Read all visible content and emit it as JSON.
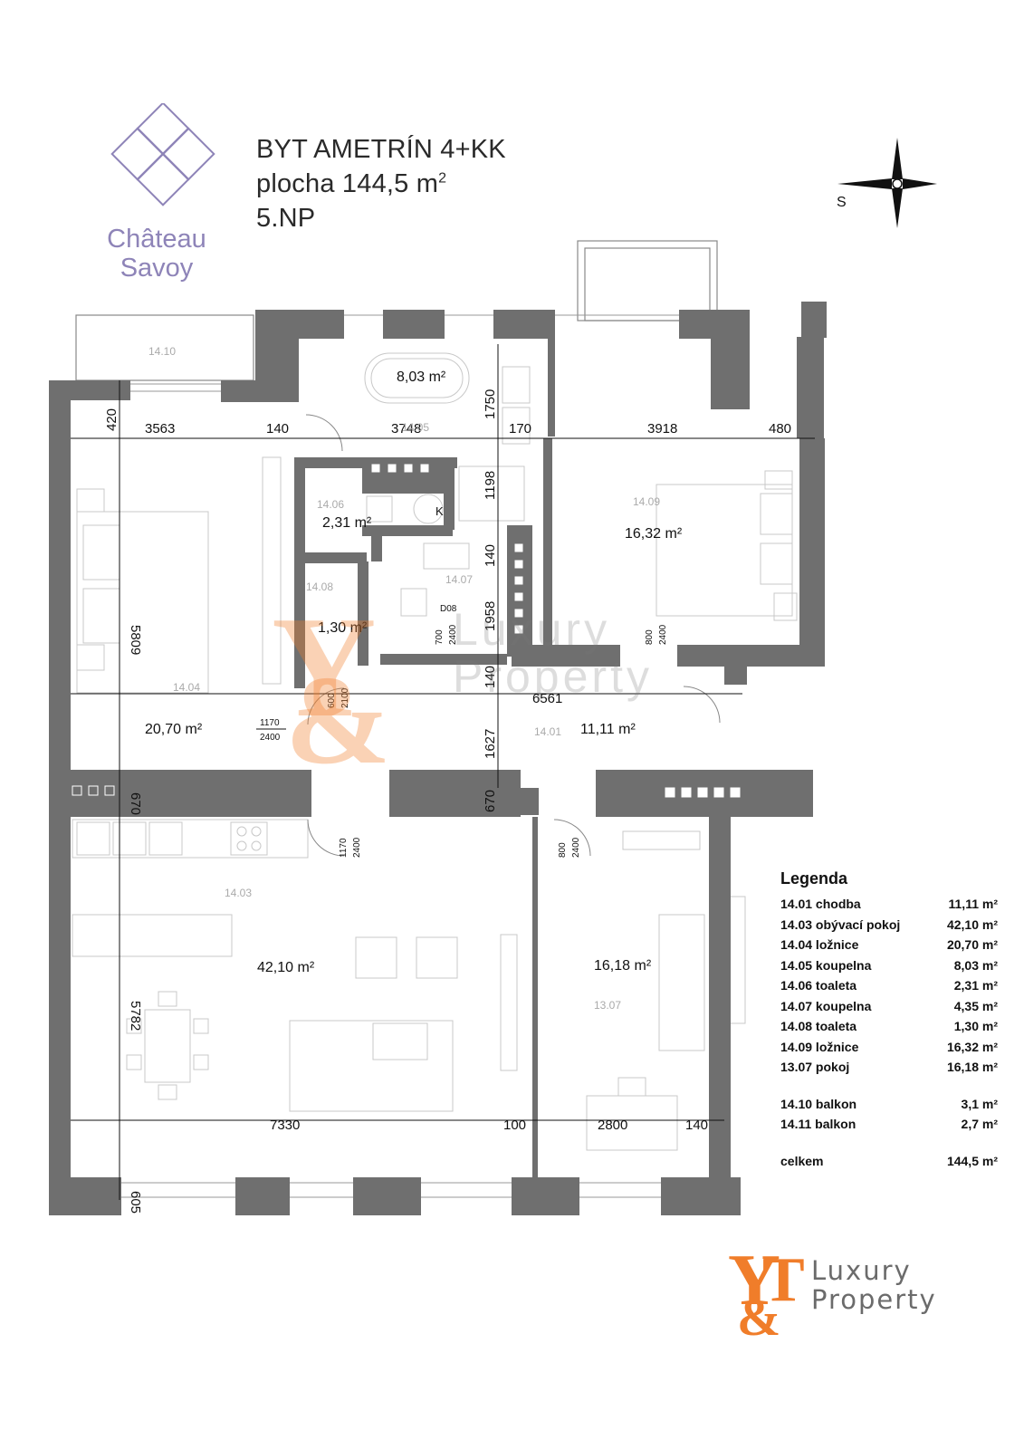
{
  "brand": {
    "line1": "Château",
    "line2": "Savoy"
  },
  "title": {
    "line1": "BYT AMETRÍN 4+KK",
    "line2_prefix": "plocha 144,5 m",
    "line2_sup": "2",
    "line3": "5.NP"
  },
  "compass_label": "S",
  "rooms": [
    {
      "id": "14.10",
      "area": ""
    },
    {
      "id": "14.05",
      "area": "8,03 m²"
    },
    {
      "id": "14.06",
      "area": "2,31 m²"
    },
    {
      "id": "14.08",
      "area": "1,30 m²"
    },
    {
      "id": "14.07",
      "area": ""
    },
    {
      "id": "14.09",
      "area": "16,32 m²"
    },
    {
      "id": "14.04",
      "area": "20,70 m²"
    },
    {
      "id": "14.01",
      "area": "11,11 m²"
    },
    {
      "id": "14.03",
      "area": "42,10 m²"
    },
    {
      "id": "13.07",
      "area": "16,18 m²"
    }
  ],
  "dimensions": {
    "d420": "420",
    "d3563": "3563",
    "d140a": "140",
    "d3748": "3748",
    "d170": "170",
    "d3918": "3918",
    "d480": "480",
    "d1750": "1750",
    "d1198": "1198",
    "d140b": "140",
    "d1958": "1958",
    "d140c": "140",
    "d5809": "5809",
    "d6561": "6561",
    "d1627": "1627",
    "d670a": "670",
    "d670b": "670",
    "d5782": "5782",
    "d7330": "7330",
    "d100": "100",
    "d2800": "2800",
    "d140d": "140",
    "d605": "605"
  },
  "doors": {
    "door1170a_w": "1170",
    "door1170a_h": "2400",
    "door600_w": "600",
    "door600_h": "2100",
    "door700_w": "700",
    "door700_h": "2400",
    "door_d08": "D08",
    "door800a_w": "800",
    "door800a_h": "2400",
    "door1170b_w": "1170",
    "door1170b_h": "2400",
    "door800b_w": "800",
    "door800b_h": "2400",
    "toilet_label": "K"
  },
  "watermark": {
    "line1": "Luxury",
    "line2": "Property"
  },
  "legend": {
    "title": "Legenda",
    "rows": [
      {
        "name": "14.01 chodba",
        "area": "11,11 m²"
      },
      {
        "name": "14.03 obývací pokoj",
        "area": "42,10 m²"
      },
      {
        "name": "14.04 ložnice",
        "area": "20,70 m²"
      },
      {
        "name": "14.05 koupelna",
        "area": "8,03 m²"
      },
      {
        "name": "14.06 toaleta",
        "area": "2,31 m²"
      },
      {
        "name": "14.07 koupelna",
        "area": "4,35 m²"
      },
      {
        "name": "14.08 toaleta",
        "area": "1,30 m²"
      },
      {
        "name": "14.09 ložnice",
        "area": "16,32 m²"
      },
      {
        "name": "13.07 pokoj",
        "area": "16,18 m²"
      }
    ],
    "balcony_rows": [
      {
        "name": "14.10 balkon",
        "area": "3,1 m²"
      },
      {
        "name": "14.11 balkon",
        "area": "2,7 m²"
      }
    ],
    "total": {
      "name": "celkem",
      "area": "144,5 m²"
    }
  },
  "footer_logo": {
    "line1": "Luxury",
    "line2": "Property"
  },
  "colors": {
    "wall": "#6f6f6f",
    "brand_purple": "#8e84b8",
    "accent_orange": "#f07d2a"
  }
}
